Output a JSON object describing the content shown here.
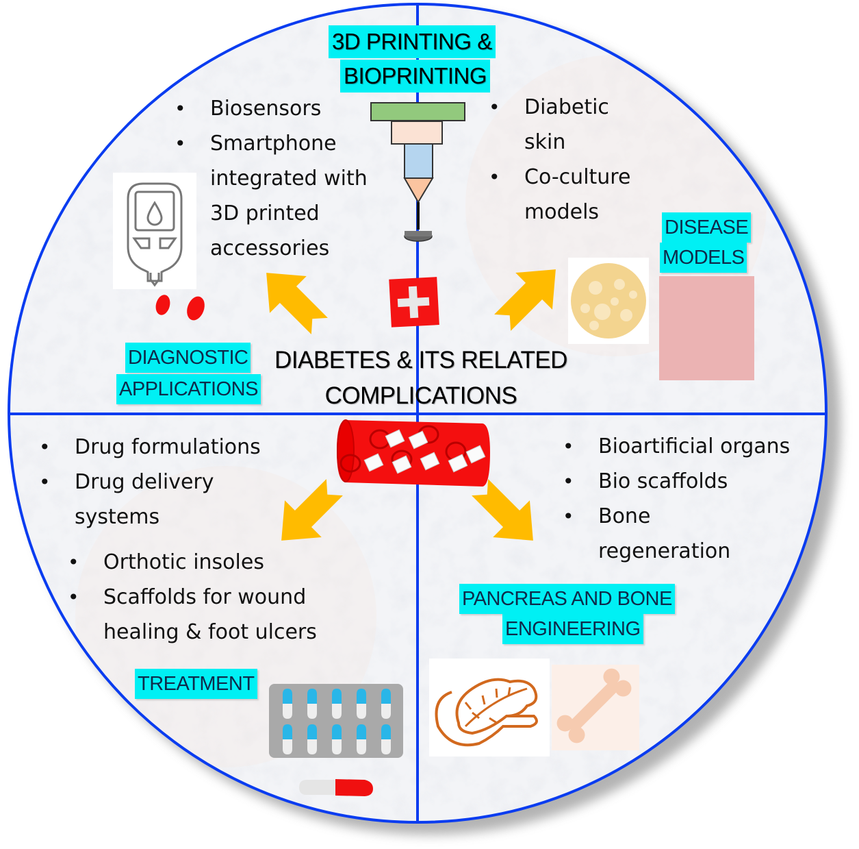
{
  "diagram": {
    "center_title_line1": "DIABETES & ITS RELATED",
    "center_title_line2": "COMPLICATIONS",
    "top_title_line1": "3D PRINTING &",
    "top_title_line2": "BIOPRINTING",
    "quadrants": {
      "top_left": {
        "label_line1": "DIAGNOSTIC",
        "label_line2": "APPLICATIONS",
        "items": [
          "Biosensors",
          "Smartphone",
          "integrated with",
          "3D printed",
          "accessories"
        ],
        "icon": "glucometer-icon"
      },
      "top_right": {
        "label_line1": "DISEASE",
        "label_line2": "MODELS",
        "items": [
          "Diabetic",
          "skin",
          "Co-culture",
          "models"
        ],
        "icons": [
          "cell-culture-icon",
          "skin-tissue-icon"
        ]
      },
      "bottom_left": {
        "label": "TREATMENT",
        "items_group1": [
          "Drug formulations",
          "Drug delivery",
          "systems"
        ],
        "items_group2": [
          "Orthotic insoles",
          "Scaffolds for wound",
          "healing & foot ulcers"
        ],
        "icons": [
          "pill-blister-icon",
          "capsule-icon"
        ]
      },
      "bottom_right": {
        "label_line1": "PANCREAS AND BONE",
        "label_line2": "ENGINEERING",
        "items": [
          "Bioartificial organs",
          "Bio scaffolds",
          "Bone",
          "regeneration"
        ],
        "icons": [
          "pancreas-icon",
          "bone-icon"
        ]
      }
    },
    "center_icons": [
      "medical-cross-icon",
      "blood-vessel-icon",
      "bioprinter-icon"
    ],
    "colors": {
      "circle_stroke": "#0a3cf0",
      "label_bg": "#00f0f4",
      "arrow": "#ffbb00",
      "red": "#f01010"
    }
  }
}
